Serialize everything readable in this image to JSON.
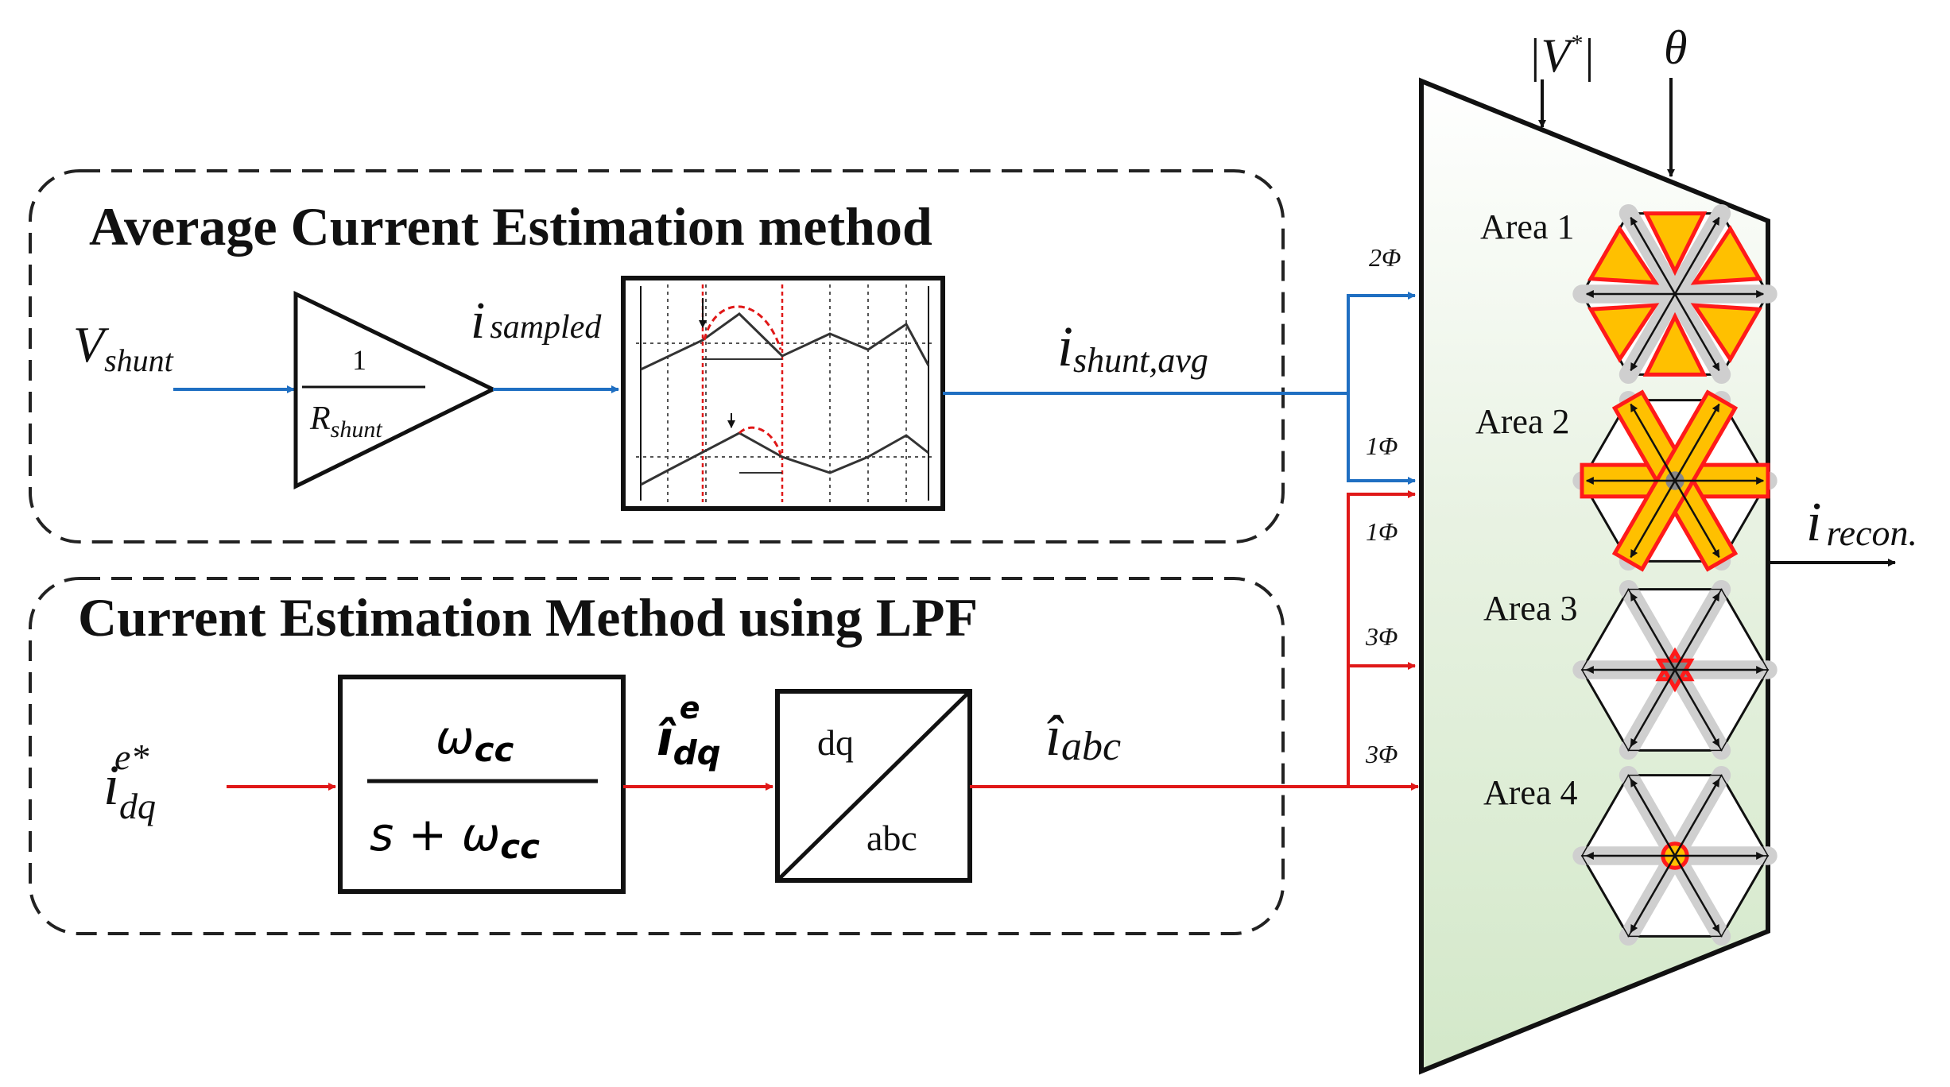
{
  "sections": {
    "average": {
      "title": "Average Current Estimation method"
    },
    "lpf": {
      "title": "Current Estimation Method using LPF"
    }
  },
  "signals": {
    "v_shunt": {
      "main": "V",
      "sub": "shunt"
    },
    "i_sampled": {
      "main": "i",
      "sub": "sampled"
    },
    "i_shunt_avg": {
      "main": "i",
      "sub": "shunt,avg"
    },
    "i_dq_ref": {
      "main": "i",
      "sub": "dq",
      "sup": "e*"
    },
    "i_dq_hat": {
      "main": "î",
      "sub": "dq",
      "sup": "e"
    },
    "i_abc_hat": {
      "main": "î",
      "sub": "abc"
    },
    "i_recon": {
      "main": "i",
      "sub": "recon."
    },
    "v_mag": {
      "main": "|V",
      "sup": "*",
      "close": "|"
    },
    "theta": "θ"
  },
  "blocks": {
    "gain": {
      "num": "1",
      "den_main": "R",
      "den_sub": "shunt"
    },
    "lpf": {
      "num": "ω",
      "num_sub": "cc",
      "den_pre": "s + ω",
      "den_sub": "cc"
    },
    "transform": {
      "top": "dq",
      "bottom": "abc"
    }
  },
  "phase_labels": [
    "2Φ",
    "1Φ",
    "1Φ",
    "3Φ",
    "3Φ"
  ],
  "areas": [
    "Area 1",
    "Area 2",
    "Area 3",
    "Area 4"
  ],
  "colors": {
    "blue_signal": "#1f6fc2",
    "red_signal": "#e01818",
    "reconstructor_fill": "#dfeed6",
    "highlight_fill": "#ffc000",
    "highlight_stroke": "#ff1a1a"
  }
}
